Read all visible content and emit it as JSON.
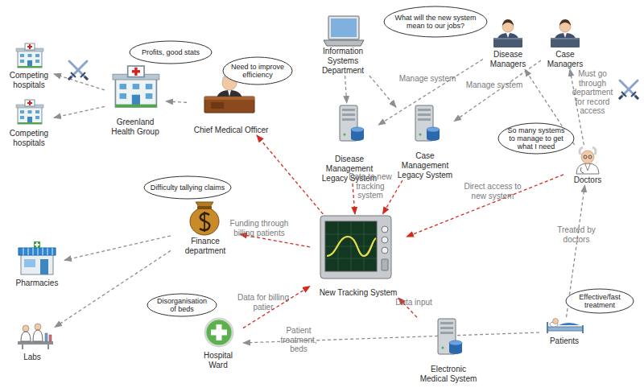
{
  "diagram": {
    "nodes": [
      {
        "text": [
          "Competing hospitals"
        ]
      },
      {
        "text": [
          "Profits, good stats"
        ]
      },
      {
        "text": [
          "What will the new system mean to our jobs?"
        ]
      },
      {
        "text": [
          "Information Systems Department"
        ]
      },
      {
        "text": [
          "Disease Managers"
        ]
      },
      {
        "text": [
          "Case Managers"
        ]
      },
      {
        "text": [
          "Need to improve efficiency"
        ]
      },
      {
        "text": [
          "Greenland Health Group"
        ]
      },
      {
        "text": [
          "Chief Medical Officer"
        ]
      },
      {
        "text": [
          "Competing hospitals"
        ]
      },
      {
        "text": [
          "Disease Management Legacy System"
        ]
      },
      {
        "text": [
          "Case Management Legacy System"
        ]
      },
      {
        "text": [
          "So many systems to manage to get what I need"
        ]
      },
      {
        "text": [
          "Doctors"
        ]
      },
      {
        "text": [
          "Difficulty tallying claims"
        ]
      },
      {
        "text": [
          "Finance department"
        ]
      },
      {
        "text": [
          "New Tracking System"
        ]
      },
      {
        "text": [
          "Pharmacies"
        ]
      },
      {
        "text": [
          "Effective/fast treatment"
        ]
      },
      {
        "text": [
          "Disorganisation of beds"
        ]
      },
      {
        "text": [
          "Hospital Ward"
        ]
      },
      {
        "text": [
          "Electronic Medical System"
        ]
      },
      {
        "text": [
          "Patients"
        ]
      },
      {
        "text": [
          "Labs"
        ]
      }
    ],
    "edges": [
      {
        "from": 7,
        "to": 0,
        "arrow": "to"
      },
      {
        "from": 7,
        "to": 9,
        "arrow": "to"
      },
      {
        "from": 8,
        "to": 7,
        "arrow": "to"
      },
      {
        "from": 16,
        "to": 8,
        "arrow": "to"
      },
      {
        "from": 3,
        "to": 10,
        "arrow": "to"
      },
      {
        "from": 3,
        "to": 11,
        "arrow": "to"
      },
      {
        "from": 4,
        "to": 10,
        "label": "Manage system",
        "arrow": "to"
      },
      {
        "from": 5,
        "to": 11,
        "label": "Manage system",
        "arrow": "to"
      },
      {
        "from": 13,
        "to": 4,
        "arrow": "to"
      },
      {
        "from": 13,
        "to": 5,
        "label": "Must go through department for record access",
        "arrow": "to"
      },
      {
        "from": 10,
        "to": 16,
        "label": "Data to new tracking system",
        "arrow": "to"
      },
      {
        "from": 11,
        "to": 16,
        "arrow": "to"
      },
      {
        "from": 13,
        "to": 16,
        "label": "Direct access to new system",
        "arrow": "to"
      },
      {
        "from": 16,
        "to": 15,
        "label": "Funding through billing patients",
        "arrow": "to"
      },
      {
        "from": 15,
        "to": 17,
        "arrow": "to"
      },
      {
        "from": 15,
        "to": 23,
        "arrow": "to"
      },
      {
        "from": 20,
        "to": 16,
        "label": "Data for billing patier",
        "arrow": "to"
      },
      {
        "from": 22,
        "to": 20,
        "label": "Patient treatment, beds",
        "arrow": "to"
      },
      {
        "from": 21,
        "to": 16,
        "label": "Data input",
        "arrow": "to"
      },
      {
        "from": 22,
        "to": 13,
        "label": "Treated by doctors",
        "arrow": "to"
      }
    ]
  }
}
